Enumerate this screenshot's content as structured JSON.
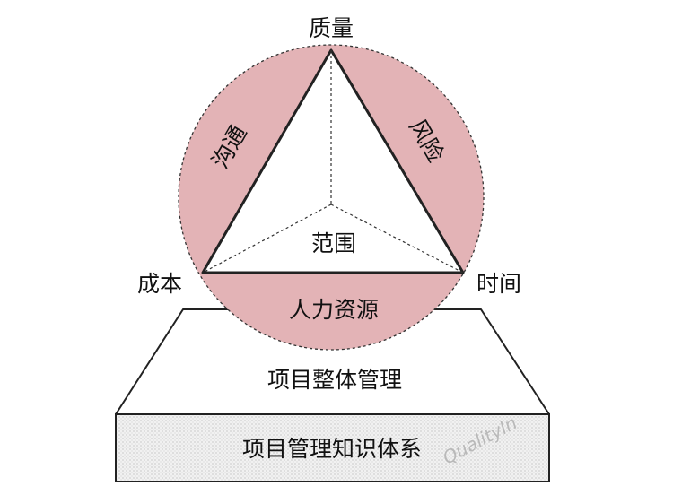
{
  "labels": {
    "top": "质量",
    "left": "成本",
    "right": "时间",
    "left_arc": "沟通",
    "right_arc": "风险",
    "center": "范围",
    "bottom_arc": "人力资源",
    "platform": "项目整体管理",
    "base": "项目管理知识体系"
  },
  "watermark": "QualityIn",
  "colors": {
    "circle_fill": "#e3b3b6",
    "triangle_fill": "#ffffff",
    "outline": "#222222",
    "base_fill": "#efefef"
  }
}
